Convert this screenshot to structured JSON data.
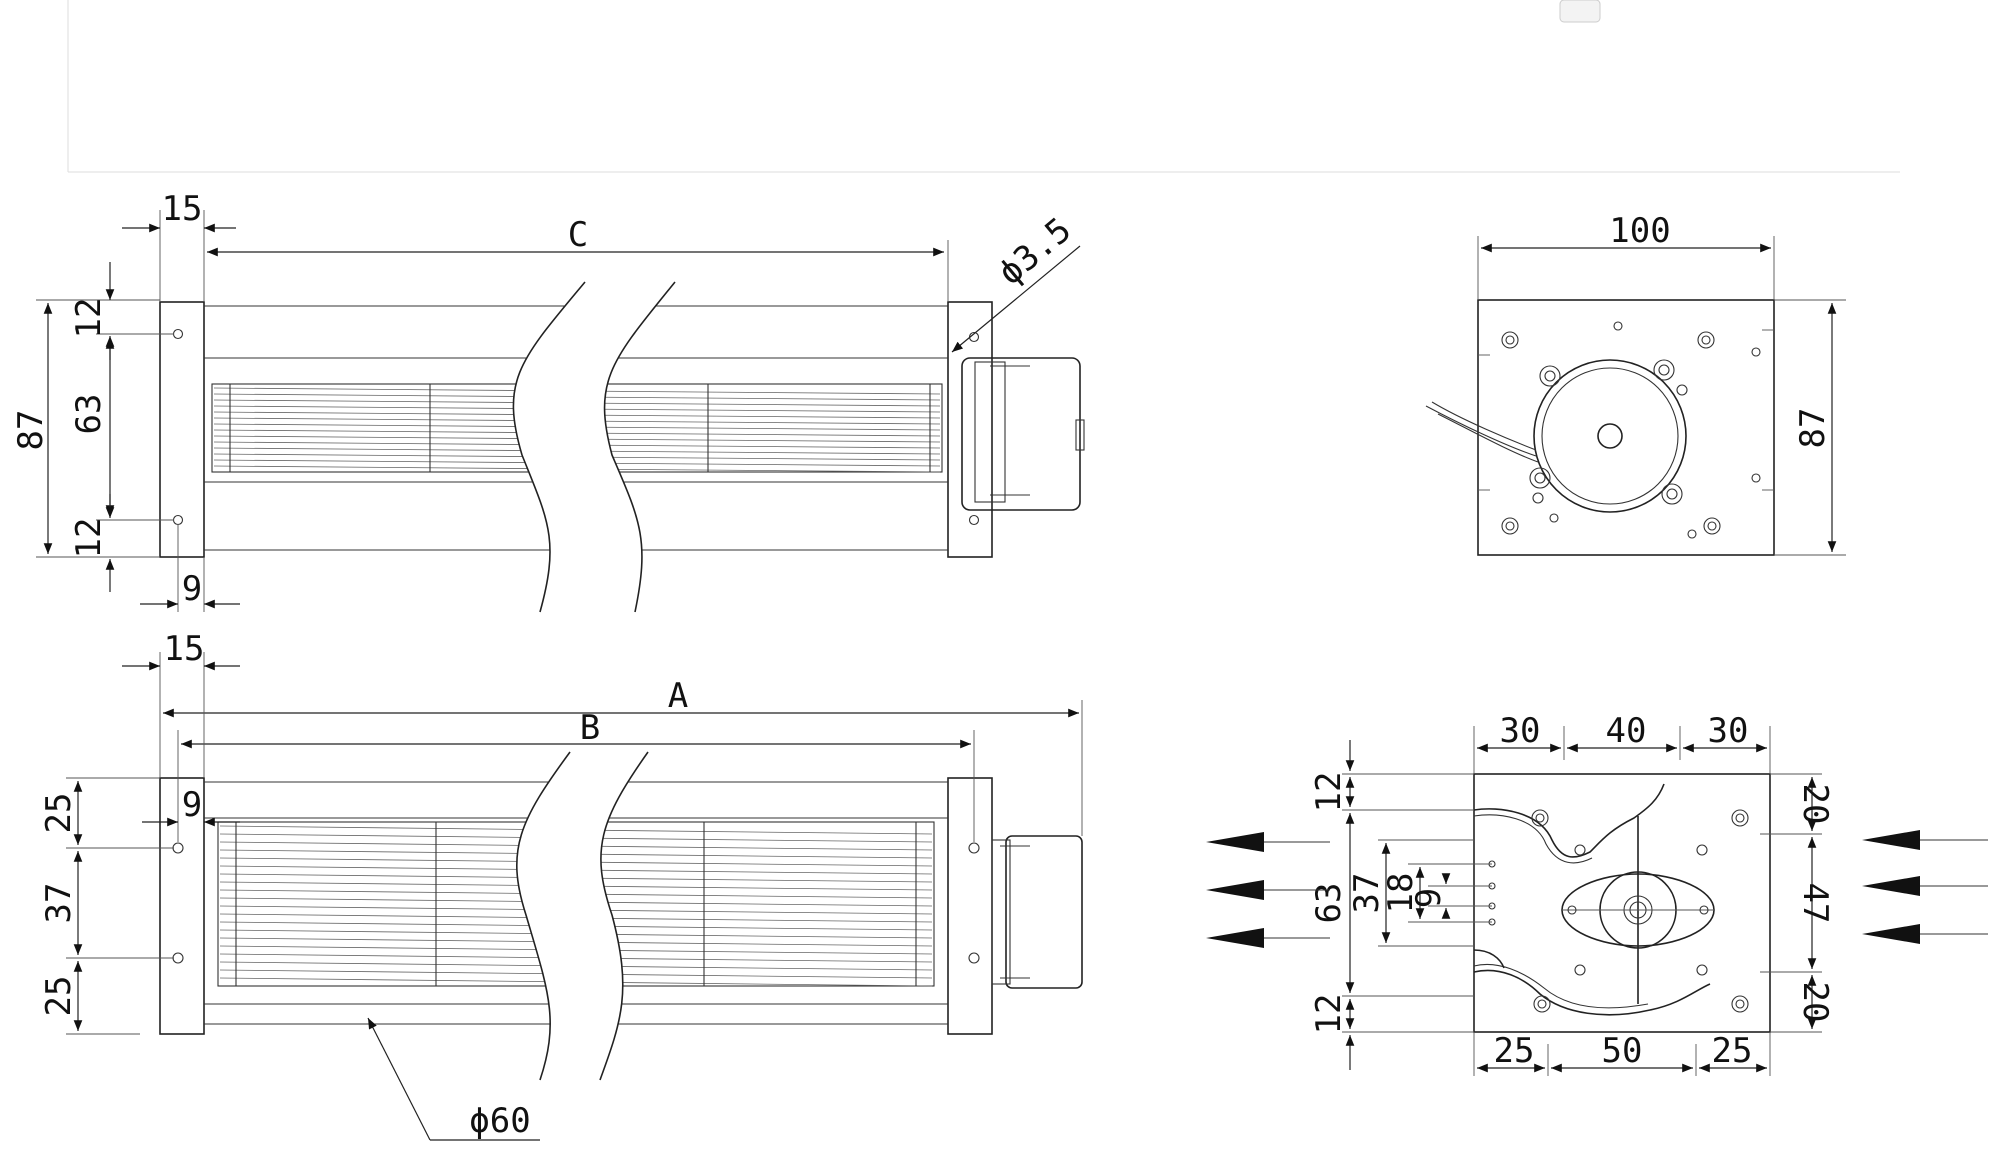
{
  "figure": {
    "top_view": {
      "length_label": "C",
      "overall_height": "87",
      "middle_gap": "63",
      "top_offset": "12",
      "bottom_offset": "12",
      "end_width": "15",
      "hole_offset": "9",
      "hole_diameter": "ϕ3.5"
    },
    "front_view": {
      "overall_length": "A",
      "rotor_length": "B",
      "end_width": "15",
      "hole_offset": "9",
      "seg_top": "25",
      "seg_mid": "37",
      "seg_bottom": "25",
      "rotor_diameter": "ϕ60"
    },
    "motor_end_view": {
      "width": "100",
      "height": "87"
    },
    "side_end_view": {
      "top_30_left": "30",
      "top_40": "40",
      "top_30_right": "30",
      "bottom_25_left": "25",
      "bottom_50": "50",
      "bottom_25_right": "25",
      "left_12_top": "12",
      "left_63": "63",
      "left_37": "37",
      "left_18": "18",
      "left_9": "9",
      "left_12_bottom": "12",
      "right_20_top": "20",
      "right_47": "47",
      "right_20_bottom": "20"
    }
  }
}
